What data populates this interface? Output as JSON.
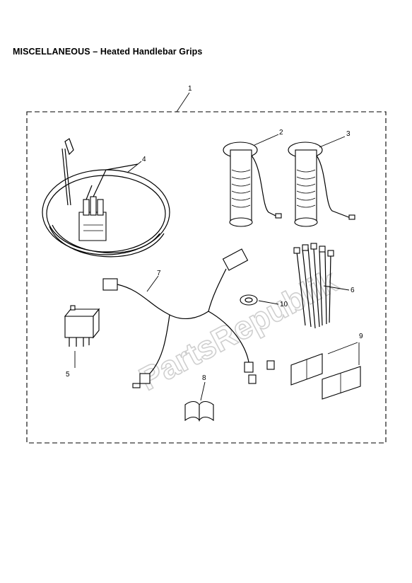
{
  "title": "MISCELLANEOUS – Heated Handlebar Grips",
  "watermark": "PartsRepublik",
  "callouts": [
    "1",
    "2",
    "3",
    "4",
    "5",
    "6",
    "7",
    "8",
    "9",
    "10"
  ],
  "parts": [
    {
      "ref": "1",
      "name": "kit-frame"
    },
    {
      "ref": "2",
      "name": "left-heated-grip"
    },
    {
      "ref": "3",
      "name": "right-heated-grip"
    },
    {
      "ref": "4",
      "name": "switch-harness"
    },
    {
      "ref": "5",
      "name": "relay"
    },
    {
      "ref": "6",
      "name": "cable-ties"
    },
    {
      "ref": "7",
      "name": "wiring-harness"
    },
    {
      "ref": "8",
      "name": "instruction-book"
    },
    {
      "ref": "9",
      "name": "connector-blocks"
    },
    {
      "ref": "10",
      "name": "grommet"
    }
  ]
}
